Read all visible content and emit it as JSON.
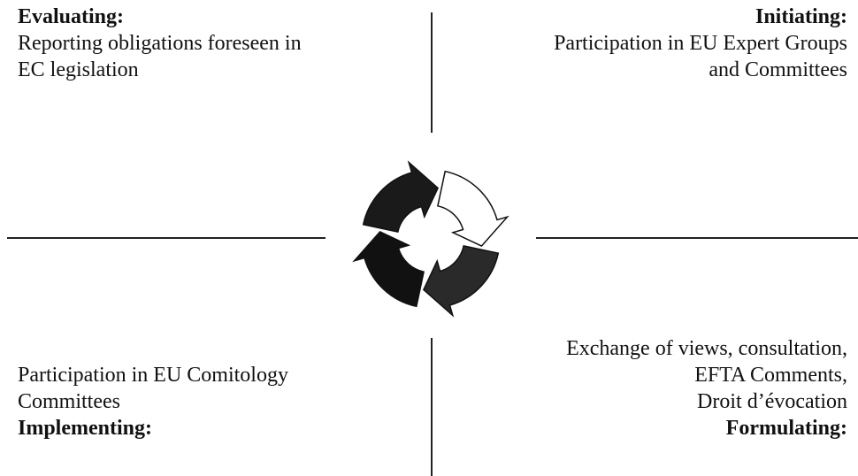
{
  "quadrants": {
    "top_left": {
      "title": "Evaluating:",
      "lines": [
        "Reporting obligations foreseen in",
        "EC legislation"
      ]
    },
    "top_right": {
      "title": "Initiating:",
      "lines": [
        "Participation in EU Expert Groups",
        "and Committees"
      ]
    },
    "bottom_left": {
      "title": "Implementing:",
      "lines": [
        "Participation in EU Comitology",
        "Committees"
      ]
    },
    "bottom_right": {
      "title": "Formulating:",
      "lines": [
        "Exchange of views, consultation,",
        "EFTA Comments,",
        "Droit d’évocation"
      ]
    }
  },
  "cycle": {
    "icon": "cycle-arrows-icon",
    "arrow_colors": [
      "#1a1a1a",
      "#ffffff",
      "#2a2a2a",
      "#111111"
    ],
    "outline_color": "#111111"
  }
}
